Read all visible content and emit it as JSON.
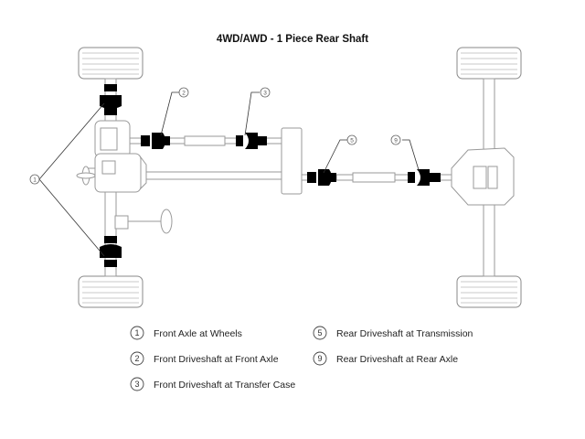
{
  "title": "4WD/AWD - 1 Piece Rear Shaft",
  "legend": [
    {
      "num": "1",
      "label": "Front Axle at Wheels"
    },
    {
      "num": "2",
      "label": "Front Driveshaft at Front Axle"
    },
    {
      "num": "3",
      "label": "Front Driveshaft at Transfer Case"
    },
    {
      "num": "5",
      "label": "Rear Driveshaft at Transmission"
    },
    {
      "num": "9",
      "label": "Rear Driveshaft at Rear Axle"
    }
  ],
  "callouts": [
    "1",
    "2",
    "3",
    "5",
    "9"
  ],
  "colors": {
    "joint": "#000000",
    "line": "#9a9a9a",
    "text": "#222222"
  }
}
